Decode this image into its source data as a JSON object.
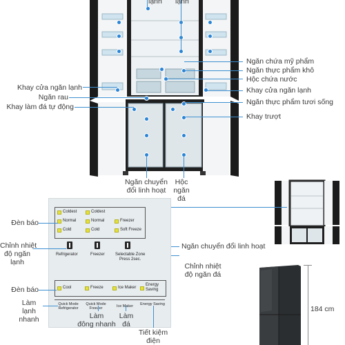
{
  "top_labels": {
    "left_top": "lạnh",
    "center_top": "lạnh"
  },
  "main_labels": {
    "cosmetics": "Ngăn chứa mỹ phẩm",
    "dry_food": "Ngăn thực phẩm khô",
    "water_box": "Hộc chứa nước",
    "door_tray_right": "Khay cửa ngăn lạnh",
    "fresh_food": "Ngăn thực phẩm tươi sống",
    "slide_tray": "Khay trượt",
    "door_tray_left": "Khay cửa ngăn lạnh",
    "vegetable": "Ngăn rau",
    "ice_maker": "Khay làm đá tự động",
    "flex_drawer": "Ngăn chuyển\nđổi linh hoạt",
    "freezer_box": "Hộc\nngăn\nđá"
  },
  "panel_labels": {
    "indicator_1": "Đèn báo",
    "fridge_temp": "Chỉnh nhiệt\nđộ ngăn\nlạnh",
    "flex_zone": "Ngăn chuyển đổi linh hoạt",
    "freezer_temp": "Chỉnh nhiệt\nđộ ngăn đá",
    "indicator_2": "Đèn báo",
    "quick_cool": "Làm\nlạnh\nnhanh",
    "quick_freeze": "Làm\nđông nhanh",
    "ice": "Làm\nđá",
    "energy": "Tiết kiệm\nđiện"
  },
  "panel": {
    "fridge_leds": [
      "Coldest",
      "Normal",
      "Cold"
    ],
    "freezer_leds": [
      "Coldest",
      "Normal",
      "Cold"
    ],
    "flex_leds": [
      "Freezer",
      "Soft Freeze"
    ],
    "switch_labels": [
      "Refrigerator",
      "Freezer",
      "Selectable Zone\nPress 2sec."
    ],
    "func_leds": [
      "Cool",
      "Freeze",
      "Ice Maker",
      "Energy\nSaving"
    ],
    "buttons": [
      "Quick Mode\nRefrigerator",
      "Quick Mode\nFreezer",
      "Ice Maker",
      "Energy Saving"
    ]
  },
  "dimension": "184 cm",
  "colors": {
    "leader": "#3d8fd1",
    "body": "#1e1e1e",
    "led": "#e6e23a"
  }
}
